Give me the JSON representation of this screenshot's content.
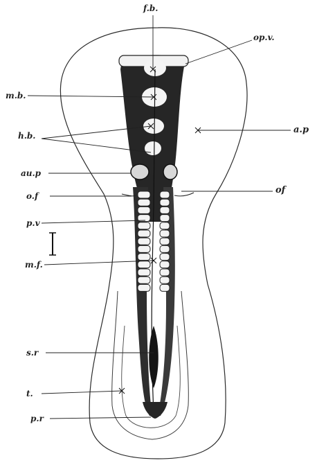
{
  "figure": {
    "labels": {
      "fb": "f.b.",
      "opv": "op.v.",
      "mb": "m.b.",
      "hb": "h.b.",
      "ap": "a.p",
      "aup": "au.p",
      "of_left": "o.f",
      "of_right": "of",
      "pv": "p.v",
      "mf": "m.f.",
      "sr": "s.r",
      "t": "t.",
      "pr": "p.r"
    }
  },
  "colors": {
    "ink": "#1a1a1a",
    "paper": "#ffffff",
    "dark_tissue": "#262626"
  }
}
